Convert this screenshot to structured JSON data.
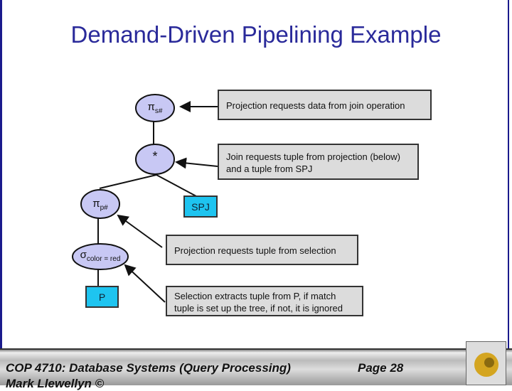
{
  "title": "Demand-Driven Pipelining Example",
  "tree": {
    "root": {
      "symbol": "π",
      "sub": "s#"
    },
    "join": {
      "symbol": "*"
    },
    "proj": {
      "symbol": "π",
      "sub": "p#"
    },
    "sel": {
      "symbol": "σ",
      "sub": "color = red"
    },
    "leaf_p": "P",
    "leaf_spj": "SPJ"
  },
  "notes": [
    "Projection requests data from join operation",
    "Join requests tuple from projection (below) and a tuple from SPJ",
    "Projection requests tuple from selection",
    "Selection extracts tuple from P, if match tuple is set up the tree, if not, it is ignored"
  ],
  "footer": {
    "course": "COP 4710: Database Systems (Query Processing)",
    "page": "Page 28",
    "author": "Mark Llewellyn ©"
  },
  "colors": {
    "node": "#c8c8f4",
    "leaf": "#1ec4f0",
    "note": "#dcdcdc",
    "title": "#2a2a9a"
  }
}
